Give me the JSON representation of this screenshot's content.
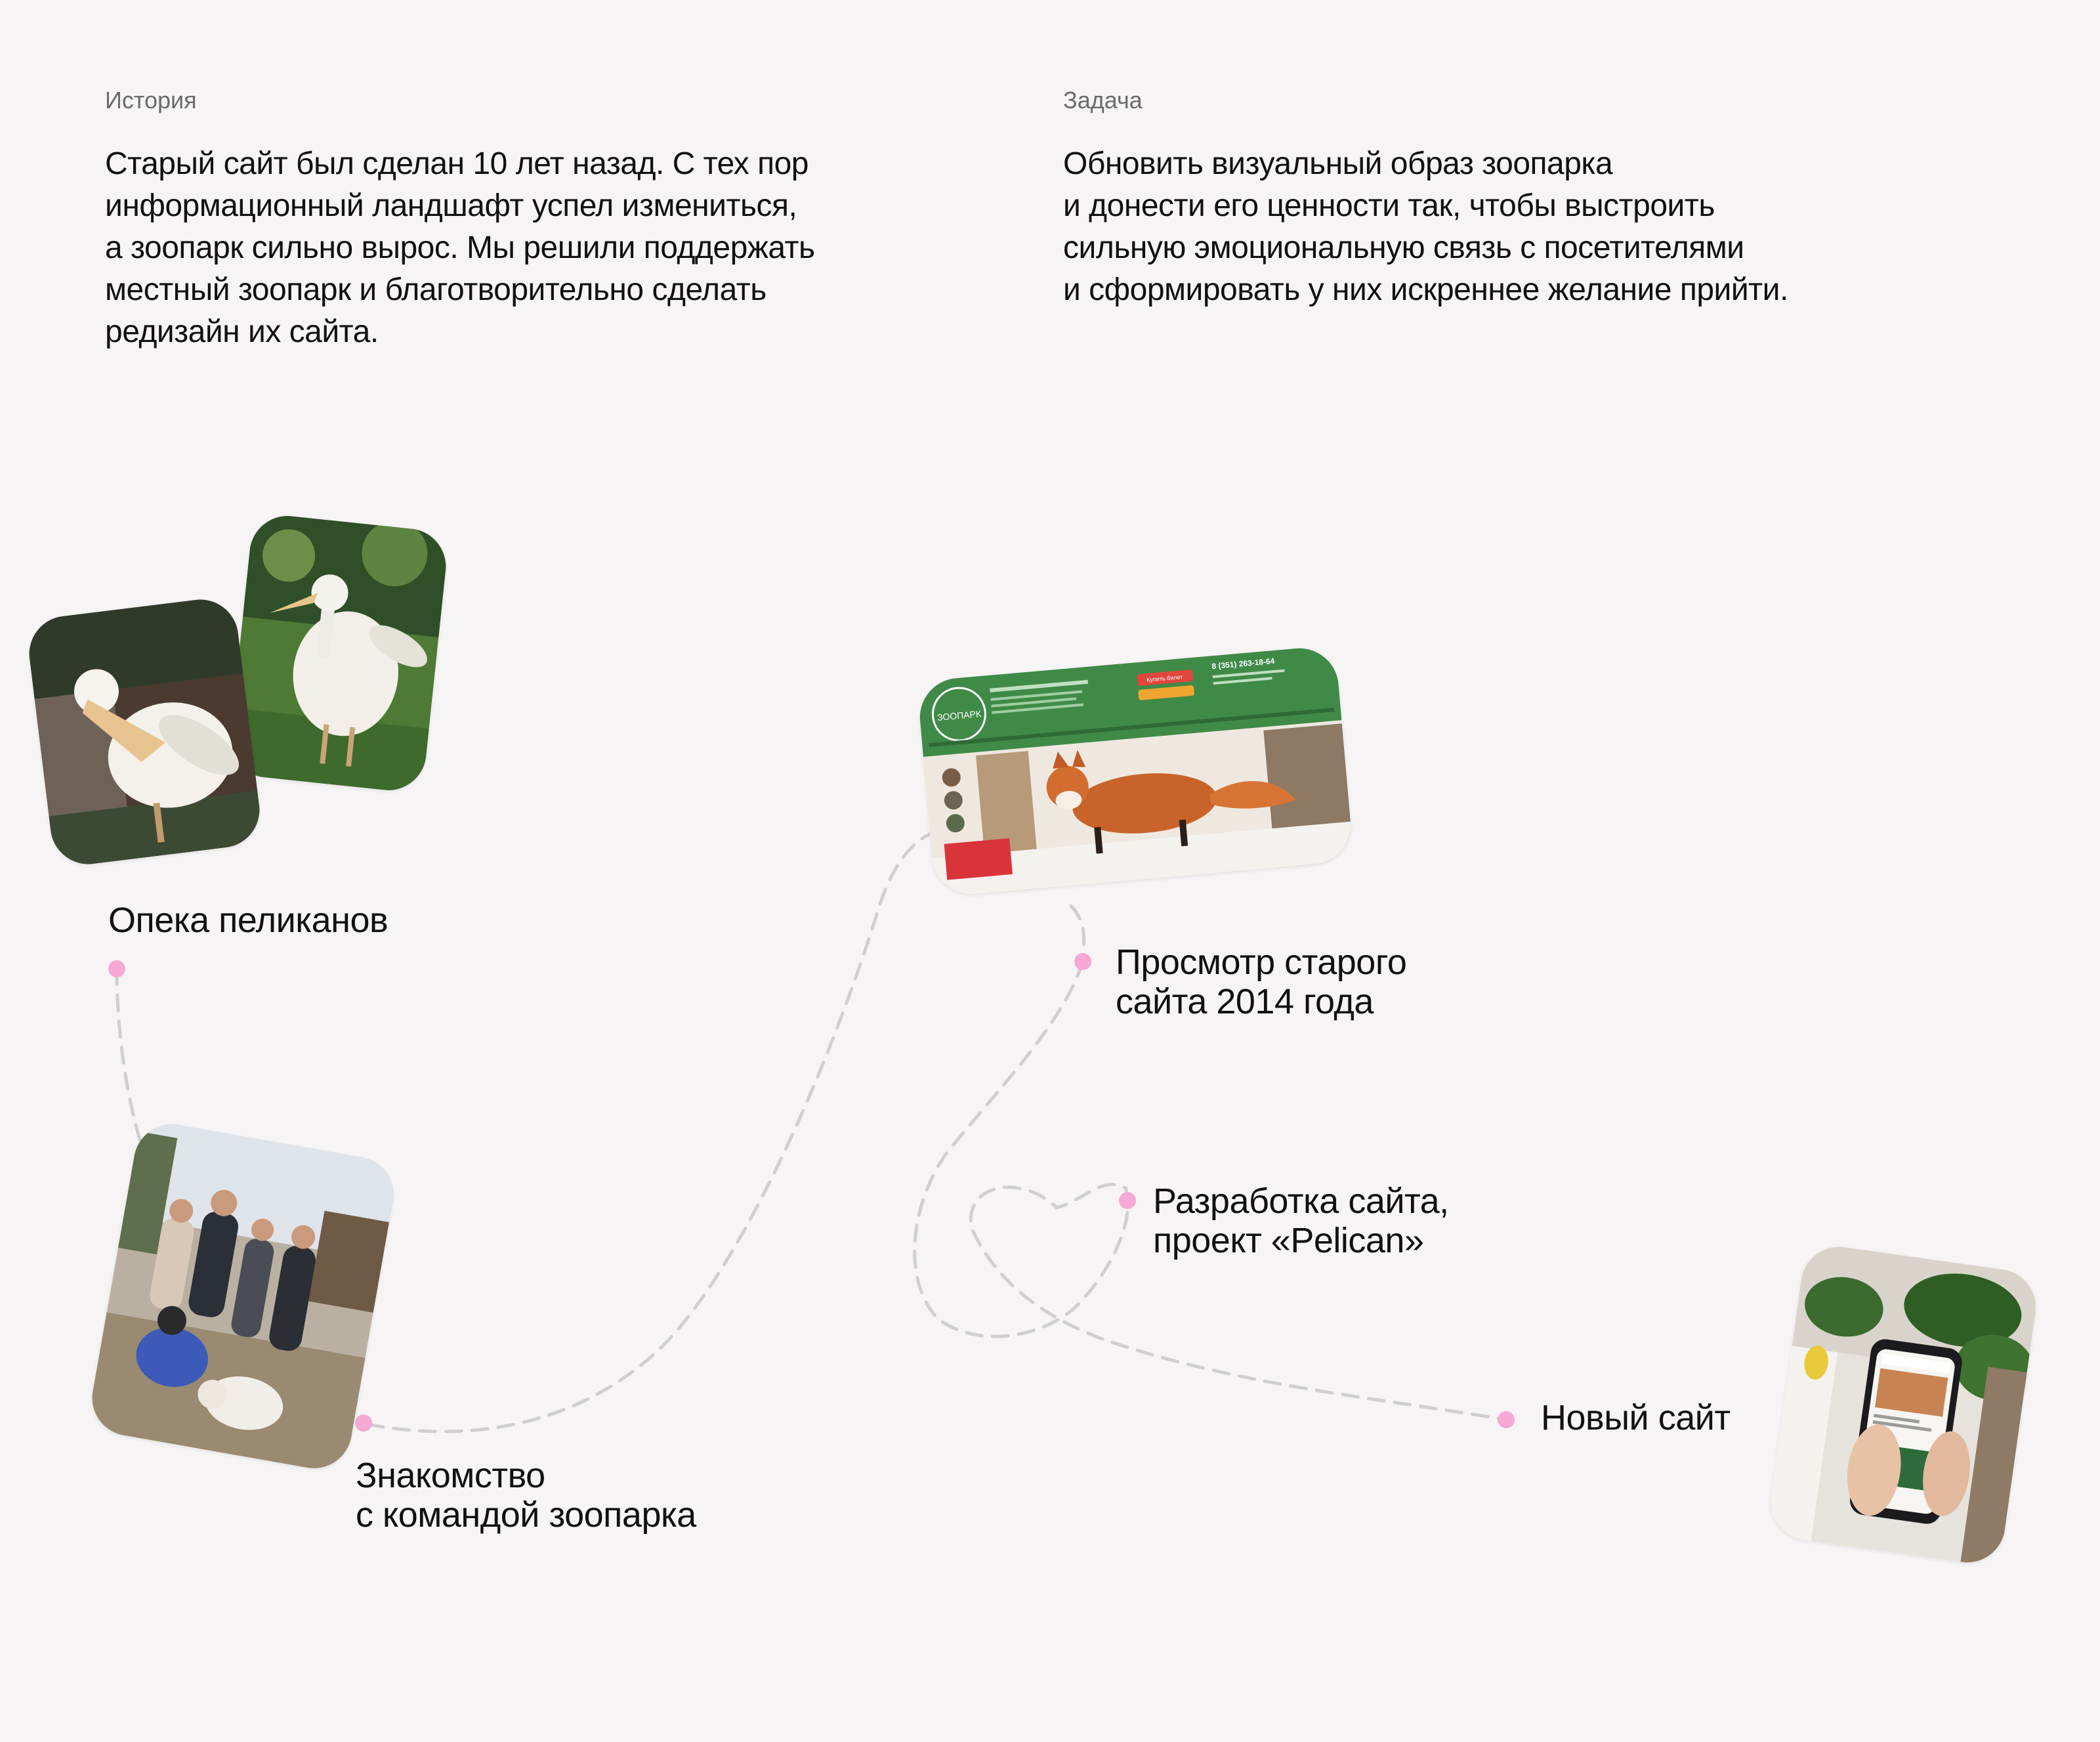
{
  "intro": {
    "history_label": "История",
    "history_text": "Старый сайт был сделан 10 лет назад. С тех пор\nинформационный ландшафт успел измениться,\nа зоопарк сильно вырос. Мы решили поддержать\nместный зоопарк и благотворительно сделать\nредизайн их сайта.",
    "task_label": "Задача",
    "task_text": "Обновить визуальный образ зоопарка\nи донести его ценности так, чтобы выстроить\nсильную эмоциональную связь с посетителями\nи сформировать у них искреннее желание прийти."
  },
  "timeline": {
    "steps": [
      {
        "caption": "Опека пеликанов"
      },
      {
        "caption": "Знакомство\nс командой зоопарка"
      },
      {
        "caption": "Просмотр старого\nсайта 2014 года"
      },
      {
        "caption": "Разработка сайта,\nпроект «Pelican»"
      },
      {
        "caption": "Новый сайт"
      }
    ]
  },
  "old_site": {
    "logo": "ЗООПАРК",
    "phone": "8 (351) 263-18-64",
    "buy_button": "Купить билет"
  },
  "colors": {
    "background": "#f6f4f5",
    "route_line": "#cfcfcf",
    "route_dot": "#f5a9d3",
    "old_site_green": "#3f8a47"
  }
}
